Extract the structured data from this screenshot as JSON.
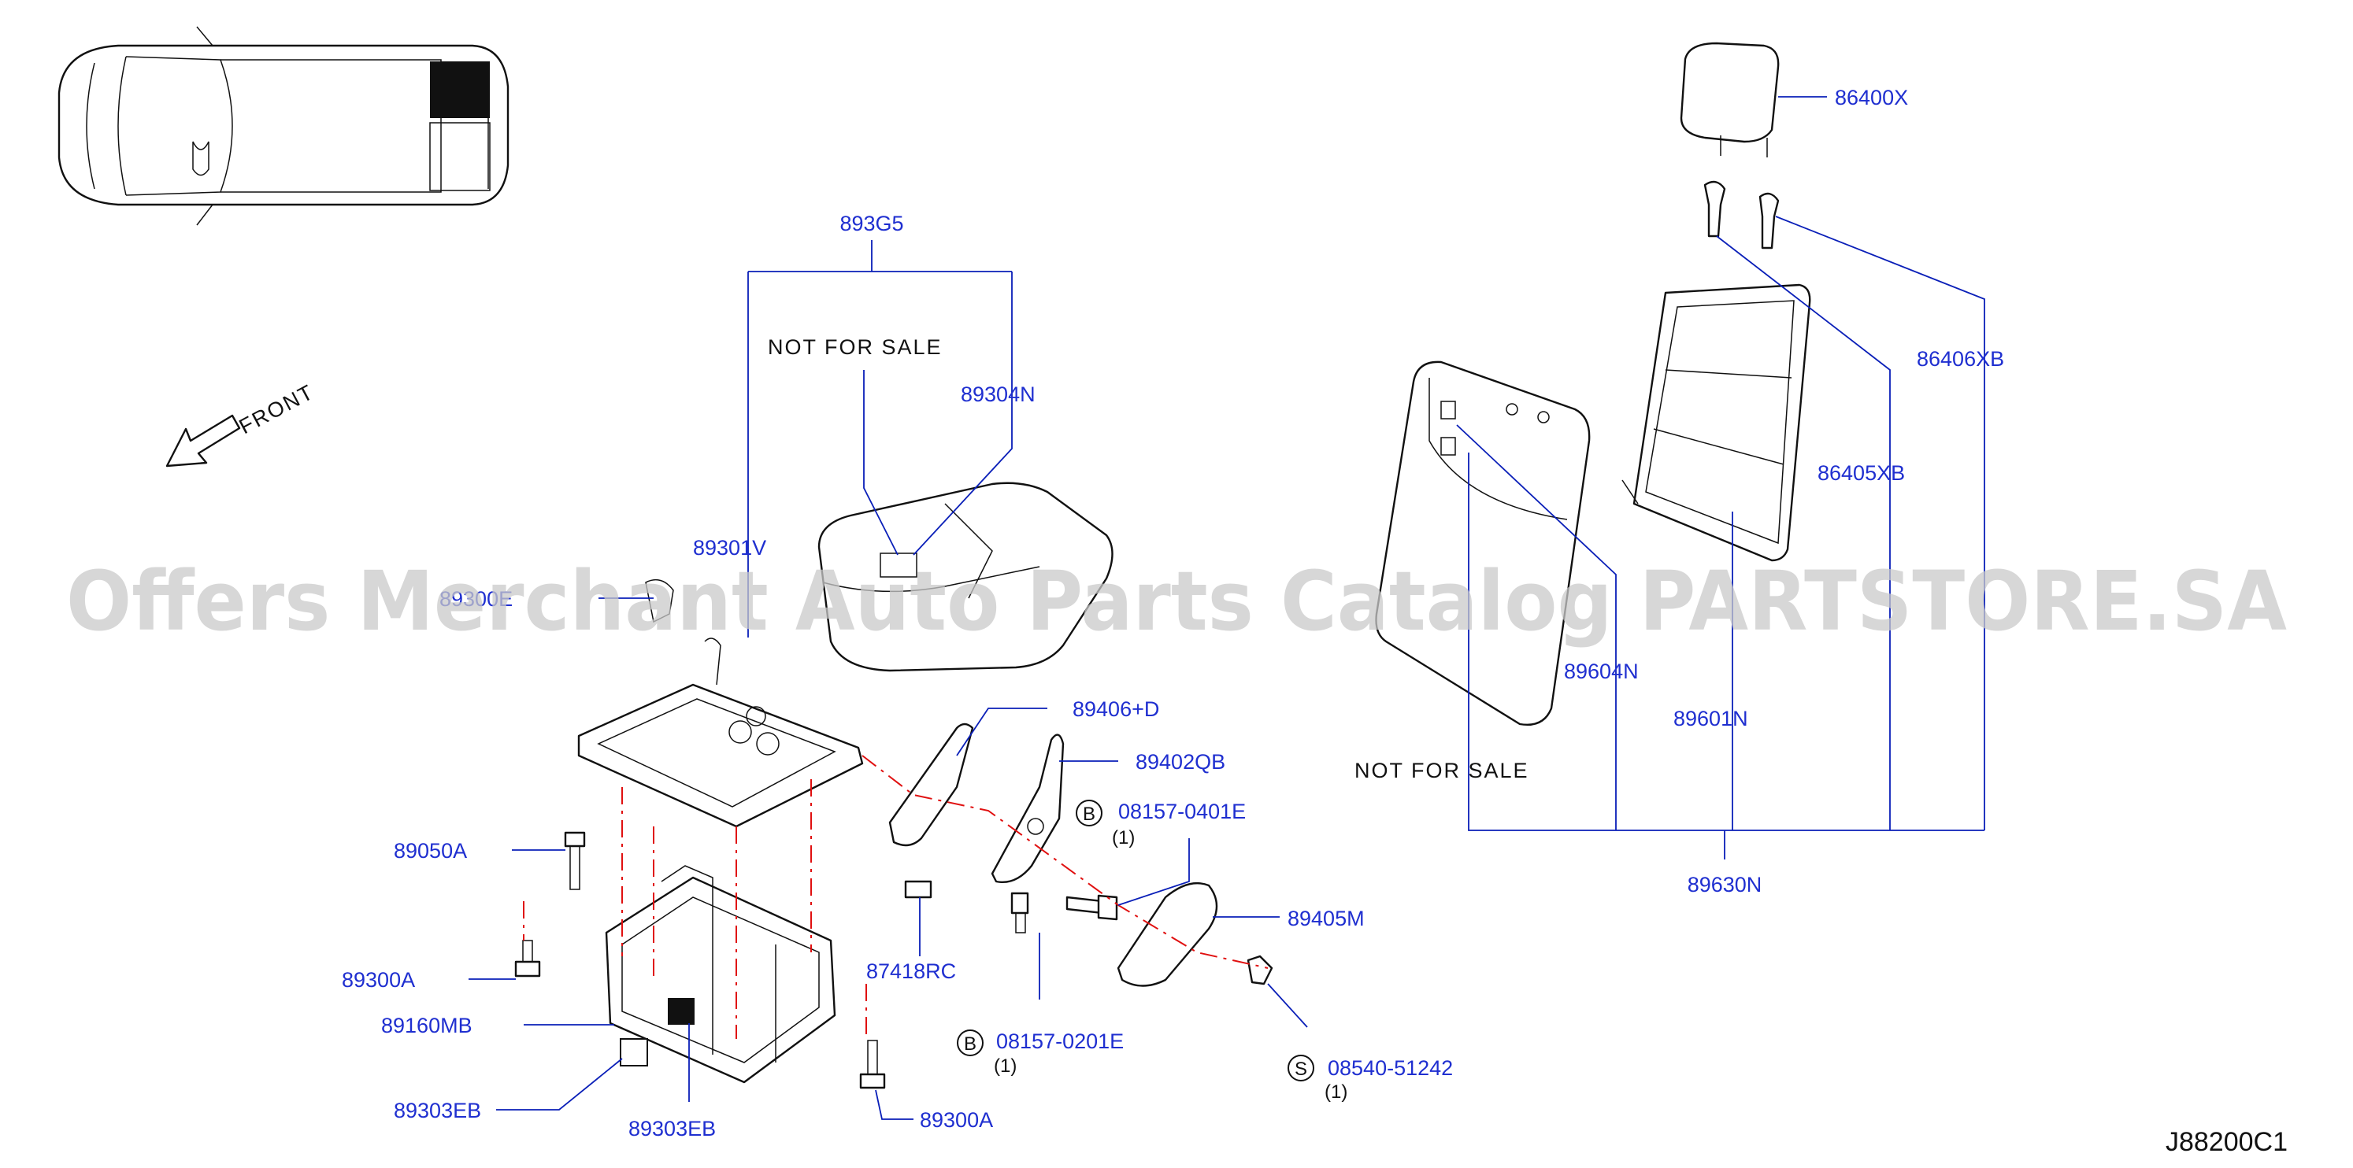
{
  "diagram_code": "J88200C1",
  "front_label": "FRONT",
  "watermark": "Offers Merchant Auto Parts Catalog PARTSTORE.SA",
  "not_for_sale_1": "NOT FOR SALE",
  "not_for_sale_2": "NOT FOR SALE",
  "parts": {
    "p893G5": "893G5",
    "p89304N": "89304N",
    "p89301V": "89301V",
    "p89300E": "89300E",
    "p89406D": "89406+D",
    "p89402QB": "89402QB",
    "p08157_0401E": "08157-0401E",
    "p89050A": "89050A",
    "p89405M": "89405M",
    "p87418RC": "87418RC",
    "p89300A_1": "89300A",
    "p89160MB": "89160MB",
    "p08157_0201E": "08157-0201E",
    "p08540_51242": "08540-51242",
    "p89303EB_1": "89303EB",
    "p89303EB_2": "89303EB",
    "p89300A_2": "89300A",
    "p86400X": "86400X",
    "p86406XB": "86406XB",
    "p86405XB": "86405XB",
    "p89604N": "89604N",
    "p89601N": "89601N",
    "p89630N": "89630N"
  },
  "badges": {
    "b1": "B",
    "b2": "B",
    "s1": "S"
  },
  "quantities": {
    "q1": "(1)",
    "q2": "(1)",
    "q3": "(1)"
  }
}
